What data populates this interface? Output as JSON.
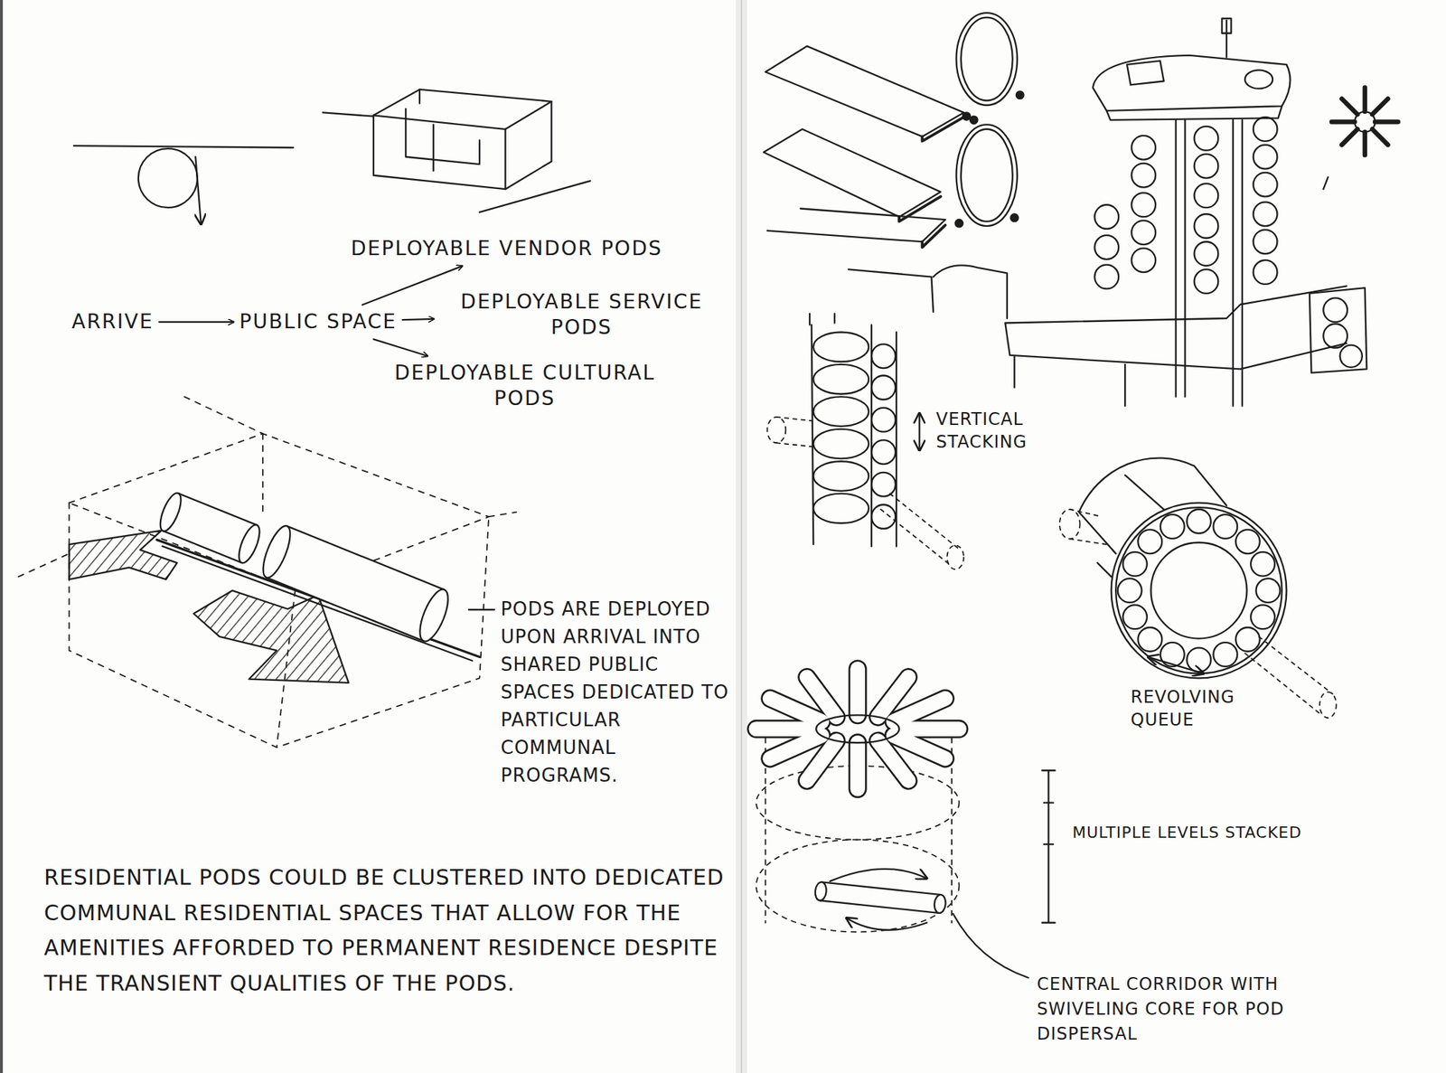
{
  "diagram": {
    "nodes": [
      {
        "text": [
          "ARRIVE"
        ]
      },
      {
        "text": [
          "PUBLIC SPACE"
        ]
      },
      {
        "text": [
          "DEPLOYABLE VENDOR PODS"
        ]
      },
      {
        "text": [
          "DEPLOYABLE SERVICE PODS"
        ]
      },
      {
        "text": [
          "DEPLOYABLE CULTURAL PODS"
        ]
      }
    ],
    "edges": [
      {
        "from": 0,
        "to": 1,
        "arrow": "to"
      },
      {
        "from": 1,
        "to": 2,
        "arrow": "to"
      },
      {
        "from": 1,
        "to": 3,
        "arrow": "to"
      },
      {
        "from": 1,
        "to": 4,
        "arrow": "to"
      }
    ],
    "labels": [
      "PODS ARE DEPLOYED UPON ARRIVAL INTO SHARED PUBLIC SPACES DEDICATED TO PARTICULAR COMMUNAL PROGRAMS.",
      "RESIDENTIAL PODS COULD BE CLUSTERED INTO DEDICATED COMMUNAL RESIDENTIAL SPACES THAT ALLOW FOR THE AMENITIES AFFORDED TO PERMANENT RESIDENCE DESPITE THE TRANSIENT QUALITIES OF THE PODS.",
      "VERTICAL STACKING",
      "REVOLVING QUEUE",
      "MULTIPLE LEVELS STACKED",
      "CENTRAL CORRIDOR WITH SWIVELING CORE FOR POD DISPERSAL"
    ]
  }
}
